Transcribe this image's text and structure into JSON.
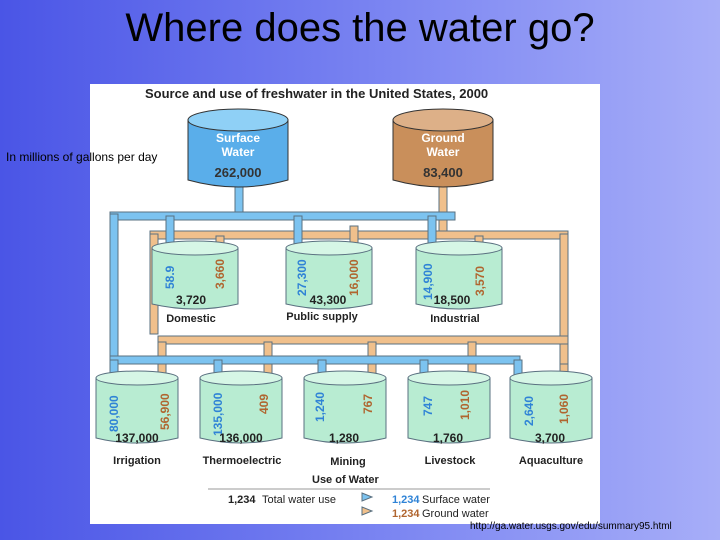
{
  "slide": {
    "title": "Where does the water go?",
    "subtitle": "In millions of gallons per day",
    "source_url": "http://ga.water.usgs.gov/edu/summary95.html"
  },
  "diagram": {
    "title": "Source and use of freshwater in the United States, 2000",
    "sources": {
      "surface": {
        "label_line1": "Surface",
        "label_line2": "Water",
        "value": "262,000",
        "color": "#5aaeea"
      },
      "ground": {
        "label_line1": "Ground",
        "label_line2": "Water",
        "value": "83,400",
        "color": "#c98f5b"
      }
    },
    "uses": [
      {
        "label": "Domestic",
        "surface": "58.9",
        "ground": "3,660",
        "total": "3,720"
      },
      {
        "label": "Public supply",
        "surface": "27,300",
        "ground": "16,000",
        "total": "43,300"
      },
      {
        "label": "Industrial",
        "surface": "14,900",
        "ground": "3,570",
        "total": "18,500"
      },
      {
        "label": "Irrigation",
        "surface": "80,000",
        "ground": "56,900",
        "total": "137,000"
      },
      {
        "label": "Thermoelectric",
        "surface": "135,000",
        "ground": "409",
        "total": "136,000"
      },
      {
        "label": "Mining",
        "surface": "1,240",
        "ground": "767",
        "total": "1,280"
      },
      {
        "label": "Livestock",
        "surface": "747",
        "ground": "1,010",
        "total": "1,760"
      },
      {
        "label": "Aquaculture",
        "surface": "2,640",
        "ground": "1,060",
        "total": "3,700"
      }
    ],
    "legend": {
      "title": "Use of Water",
      "total_value": "1,234",
      "total_label": "Total water use",
      "surface_value": "1,234",
      "surface_label": "Surface water",
      "ground_value": "1,234",
      "ground_label": "Ground water"
    },
    "colors": {
      "surface_pipe": "#7cc3f0",
      "ground_pipe": "#f0c08c",
      "tank": "#b8ecd2",
      "pipe_edge": "#5a7080"
    }
  }
}
